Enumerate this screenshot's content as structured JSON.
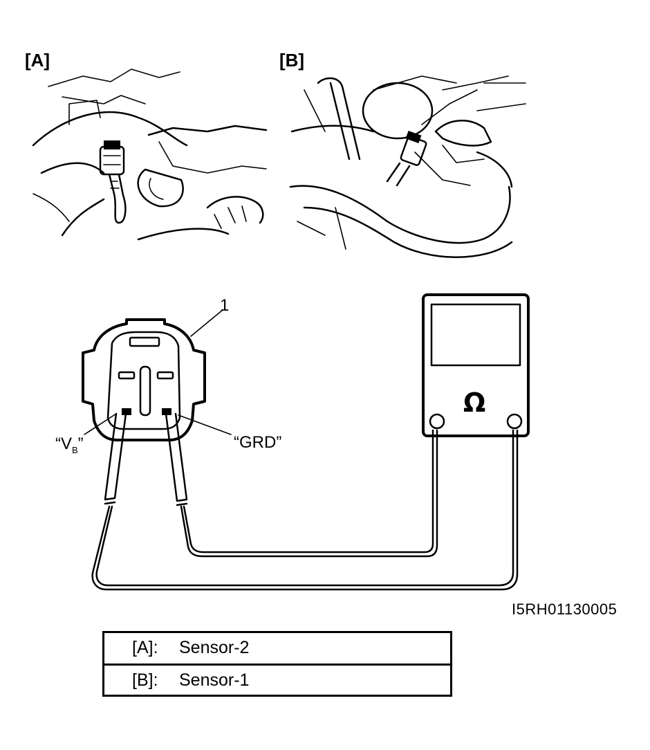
{
  "panels": {
    "a_label": "[A]",
    "b_label": "[B]"
  },
  "callouts": {
    "connector_number": "1",
    "vb_prefix": "“V",
    "vb_sub": "B",
    "vb_suffix": "”",
    "grd": "“GRD”"
  },
  "meter": {
    "symbol": "Ω"
  },
  "figure_code": "I5RH01130005",
  "legend": {
    "rows": [
      {
        "key": "[A]:",
        "value": "Sensor-2"
      },
      {
        "key": "[B]:",
        "value": "Sensor-1"
      }
    ]
  }
}
